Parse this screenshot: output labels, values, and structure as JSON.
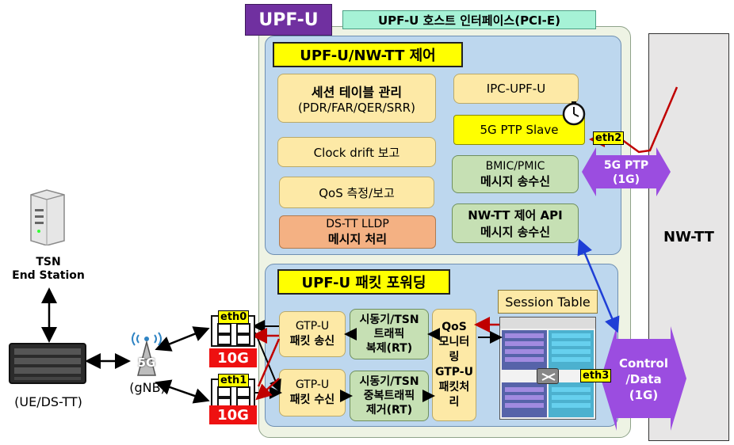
{
  "title": "UPF-U",
  "host_interface": "UPF-U 호스트 인터페이스(PCI-E)",
  "control": {
    "title": "UPF-U/NW-TT 제어",
    "session_table_mgmt": [
      "세션 테이블 관리",
      "(PDR/FAR/QER/SRR)"
    ],
    "clock_drift": "Clock drift 보고",
    "qos_measure": "QoS 측정/보고",
    "dstt_lldp": [
      "DS-TT LLDP",
      "메시지 처리"
    ],
    "ipc": "IPC-UPF-U",
    "ptp_slave": "5G PTP Slave",
    "bmic": [
      "BMIC/PMIC",
      "메시지 송수신"
    ],
    "nwtt_api": [
      "NW-TT 제어 API",
      "메시지 송수신"
    ]
  },
  "forwarding": {
    "title": "UPF-U 패킷 포워딩",
    "gtp_tx": [
      "GTP-U",
      "패킷 송신"
    ],
    "gtp_rx": [
      "GTP-U",
      "패킷 수신"
    ],
    "tsn_dup": [
      "시동기/TSN",
      "트래픽",
      "복제(RT)"
    ],
    "tsn_dedup": [
      "시동기/TSN",
      "중복트래픽",
      "제거(RT)"
    ],
    "qos_monitor": [
      "QoS",
      "모니터",
      "링",
      "GTP-U",
      "패킷처",
      "리"
    ],
    "session_table": "Session Table"
  },
  "ports": {
    "eth0": "eth0",
    "eth1": "eth1",
    "eth2": "eth2",
    "eth3": "eth3",
    "speed": "10G"
  },
  "links": {
    "ptp": [
      "5G PTP",
      "(1G)"
    ],
    "control_data": [
      "Control",
      "/Data",
      "(1G)"
    ]
  },
  "nwtt": "NW-TT",
  "left": {
    "tsn_station": [
      "TSN",
      "End Station"
    ],
    "ue_dstt": "(UE/DS-TT)",
    "gnb": "(gNB)",
    "five_g": "5G"
  },
  "colors": {
    "upf_label": "#7030a0",
    "host_label": "#a6f2d6",
    "panel": "#bdd7ee",
    "outer": "#ebf1de",
    "yellow_box": "#fde9a6",
    "green_box": "#c6e0b4",
    "orange_box": "#f4b183",
    "purple_arrow": "#9b4de0",
    "red_10g": "#ee1111"
  }
}
